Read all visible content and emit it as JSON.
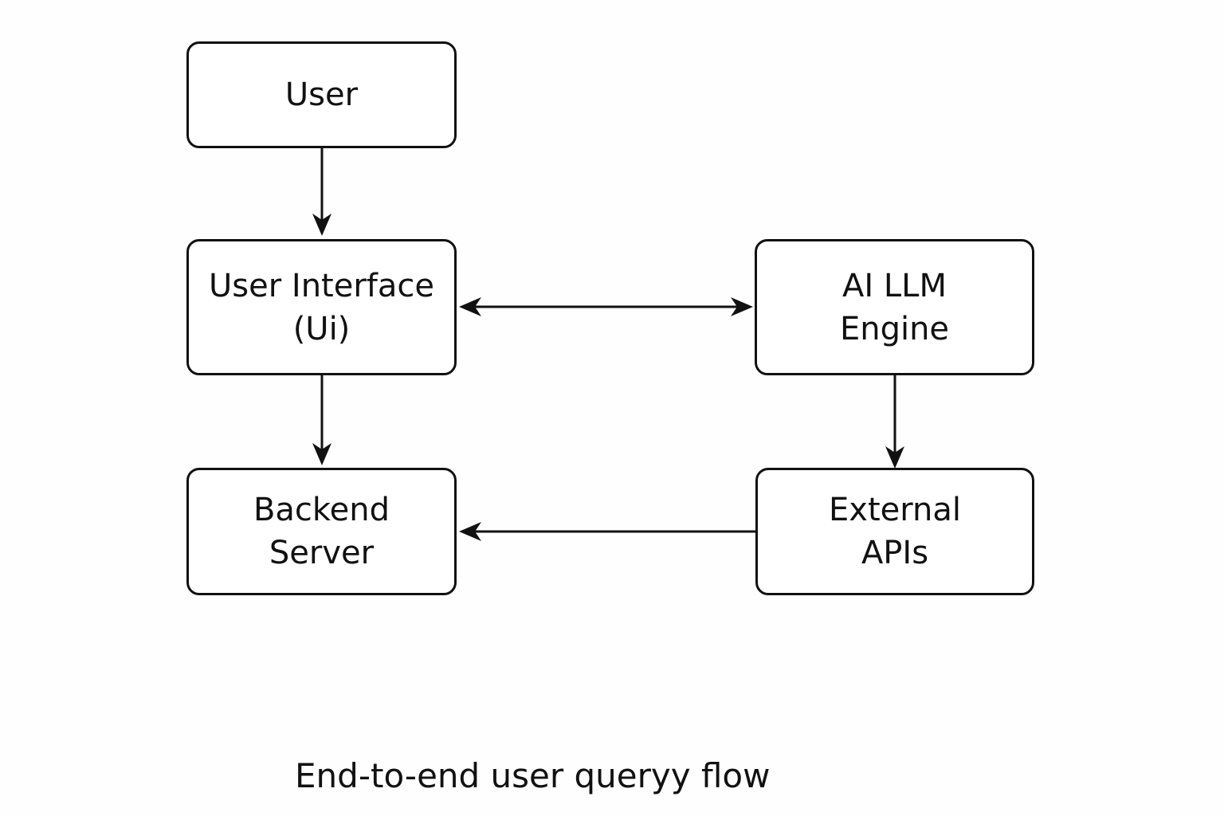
{
  "nodes": {
    "user": "User",
    "ui": "User Interface\n(Ui)",
    "llm": "AI LLM\nEngine",
    "backend": "Backend\nServer",
    "apis": "External\nAPIs"
  },
  "caption": "End-to-end user queryy flow",
  "colors": {
    "stroke": "#111111",
    "background": "#fefefe"
  }
}
